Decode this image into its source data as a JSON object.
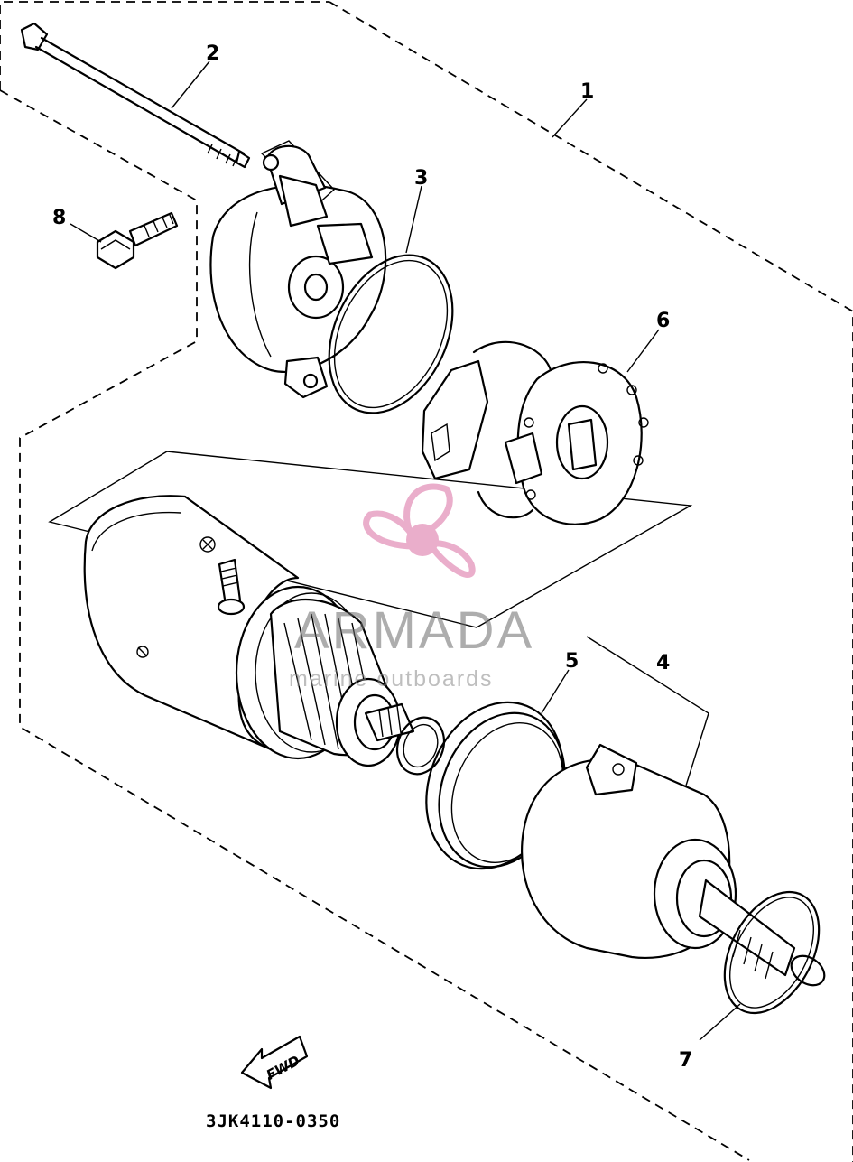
{
  "diagram": {
    "parts": [
      {
        "label": "1"
      },
      {
        "label": "2"
      },
      {
        "label": "3"
      },
      {
        "label": "4"
      },
      {
        "label": "5"
      },
      {
        "label": "6"
      },
      {
        "label": "7"
      },
      {
        "label": "8"
      }
    ],
    "direction_arrow": "FWD",
    "drawing_code": "3JK4110-0350"
  },
  "watermark": {
    "title": "ARMADA",
    "subtitle": "marine outboards",
    "logo_color": "#e7a0c2"
  }
}
